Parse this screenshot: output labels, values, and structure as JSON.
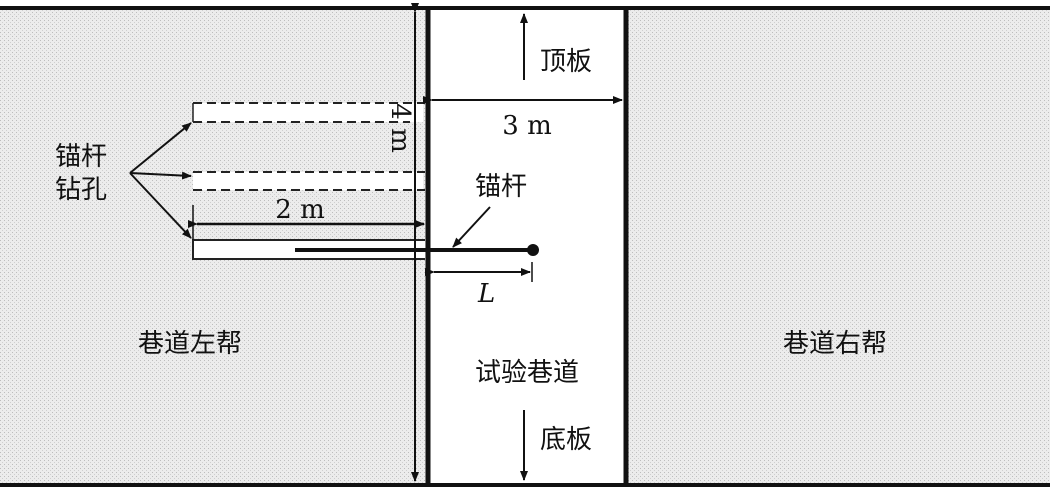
{
  "labels": {
    "roof": "顶板",
    "floor": "底板",
    "width": "3 m",
    "height": "4 m",
    "hole_length": "2 m",
    "bolt_holes_line1": "锚杆",
    "bolt_holes_line2": "钻孔",
    "bolt": "锚杆",
    "length_symbol": "L",
    "left_rib": "巷道左帮",
    "right_rib": "巷道右帮",
    "test_roadway": "试验巷道"
  },
  "colors": {
    "rock": "#e6e6e6",
    "line": "#111111"
  }
}
